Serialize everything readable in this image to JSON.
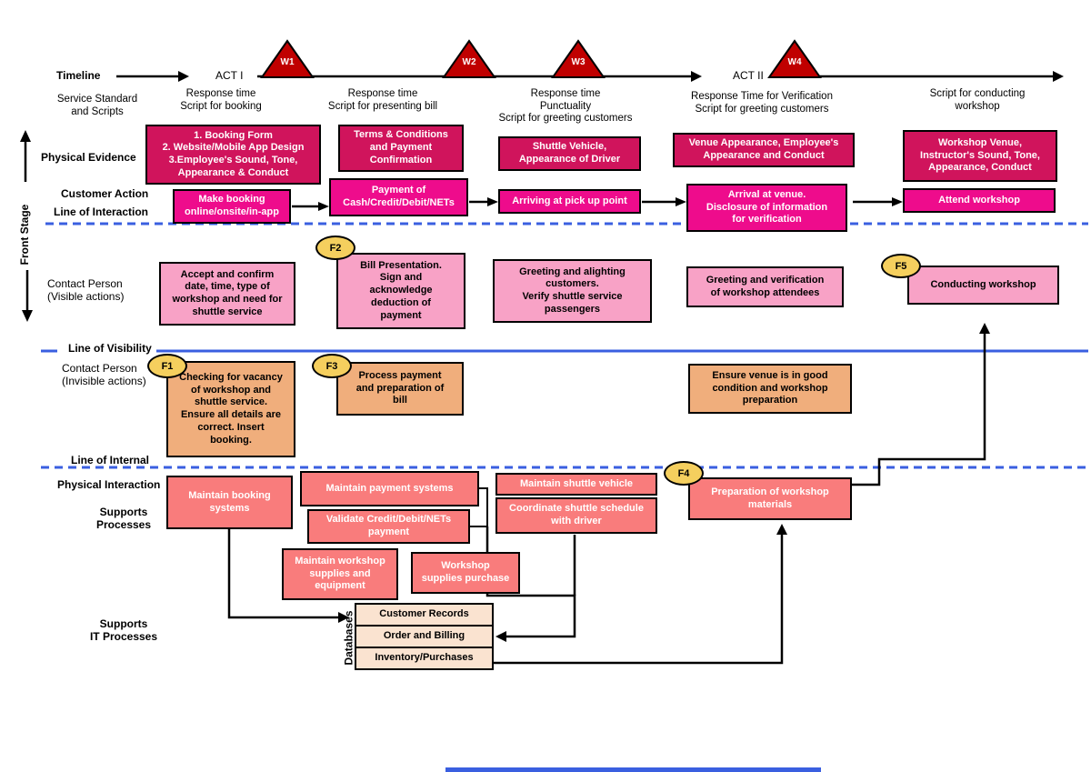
{
  "colors": {
    "evidence": "#D0145C",
    "action": "#EE0C8C",
    "visible": "#F8A2C6",
    "invisible": "#F0AE7C",
    "support": "#F97C7C",
    "database": "#FAE3D0",
    "failpoint": "#F5CF5E",
    "warning": "#C00000",
    "line_blue": "#3A5FE0"
  },
  "header": {
    "timeline_label": "Timeline",
    "act1": "ACT I",
    "act2": "ACT II",
    "warning_triangles": [
      "W1",
      "W2",
      "W3",
      "W4"
    ],
    "column_notes": [
      "Service Standard\nand Scripts",
      "Response time\nScript for booking",
      "Response time\nScript for presenting bill",
      "Response time\nPunctuality\nScript for greeting customers",
      "Response Time for Verification\nScript for greeting customers",
      "Script for conducting\nworkshop"
    ]
  },
  "row_labels": {
    "physical_evidence": "Physical Evidence",
    "customer_action": "Customer Action",
    "line_of_interaction": "Line of Interaction",
    "front_stage": "Front Stage",
    "contact_visible": "Contact Person\n(Visible actions)",
    "line_of_visibility": "Line of Visibility",
    "contact_invisible": "Contact Person\n(Invisible actions)",
    "line_of_internal": "Line of Internal",
    "physical_interaction": "Physical Interaction",
    "supports_processes": "Supports\nProcesses",
    "supports_it": "Supports\nIT Processes",
    "databases": "Databases"
  },
  "physical_evidence": [
    "1. Booking Form\n2. Website/Mobile App Design\n3.Employee's Sound, Tone,\nAppearance & Conduct",
    "Terms & Conditions\nand Payment\nConfirmation",
    "Shuttle Vehicle,\nAppearance of Driver",
    "Venue Appearance, Employee's\nAppearance and Conduct",
    "Workshop Venue,\nInstructor's Sound, Tone,\nAppearance, Conduct"
  ],
  "customer_actions": [
    "Make booking\nonline/onsite/in-app",
    "Payment of\nCash/Credit/Debit/NETs",
    "Arriving at pick up point",
    "Arrival at venue.\nDisclosure of information\nfor verification",
    "Attend workshop"
  ],
  "visible_actions": [
    "Accept and confirm\ndate, time, type of\nworkshop and need for\nshuttle service",
    "Bill Presentation.\nSign and\nacknowledge\ndeduction of\npayment",
    "Greeting and alighting\ncustomers.\nVerify shuttle service\npassengers",
    "Greeting and verification\nof workshop attendees",
    "Conducting workshop"
  ],
  "invisible_actions": [
    "Checking for vacancy\nof workshop and\nshuttle service.\nEnsure all details are\ncorrect. Insert\nbooking.",
    "Process payment\nand preparation of\nbill",
    "Ensure venue is in good\ncondition and workshop\npreparation"
  ],
  "support_processes": [
    "Maintain booking\nsystems",
    "Maintain payment systems",
    "Validate Credit/Debit/NETs\npayment",
    "Maintain workshop\nsupplies and\nequipment",
    "Workshop\nsupplies purchase",
    "Maintain shuttle vehicle",
    "Coordinate shuttle schedule\nwith driver",
    "Preparation of workshop\nmaterials"
  ],
  "databases": [
    "Customer Records",
    "Order and Billing",
    "Inventory/Purchases"
  ],
  "fail_points": [
    "F1",
    "F2",
    "F3",
    "F4",
    "F5"
  ]
}
